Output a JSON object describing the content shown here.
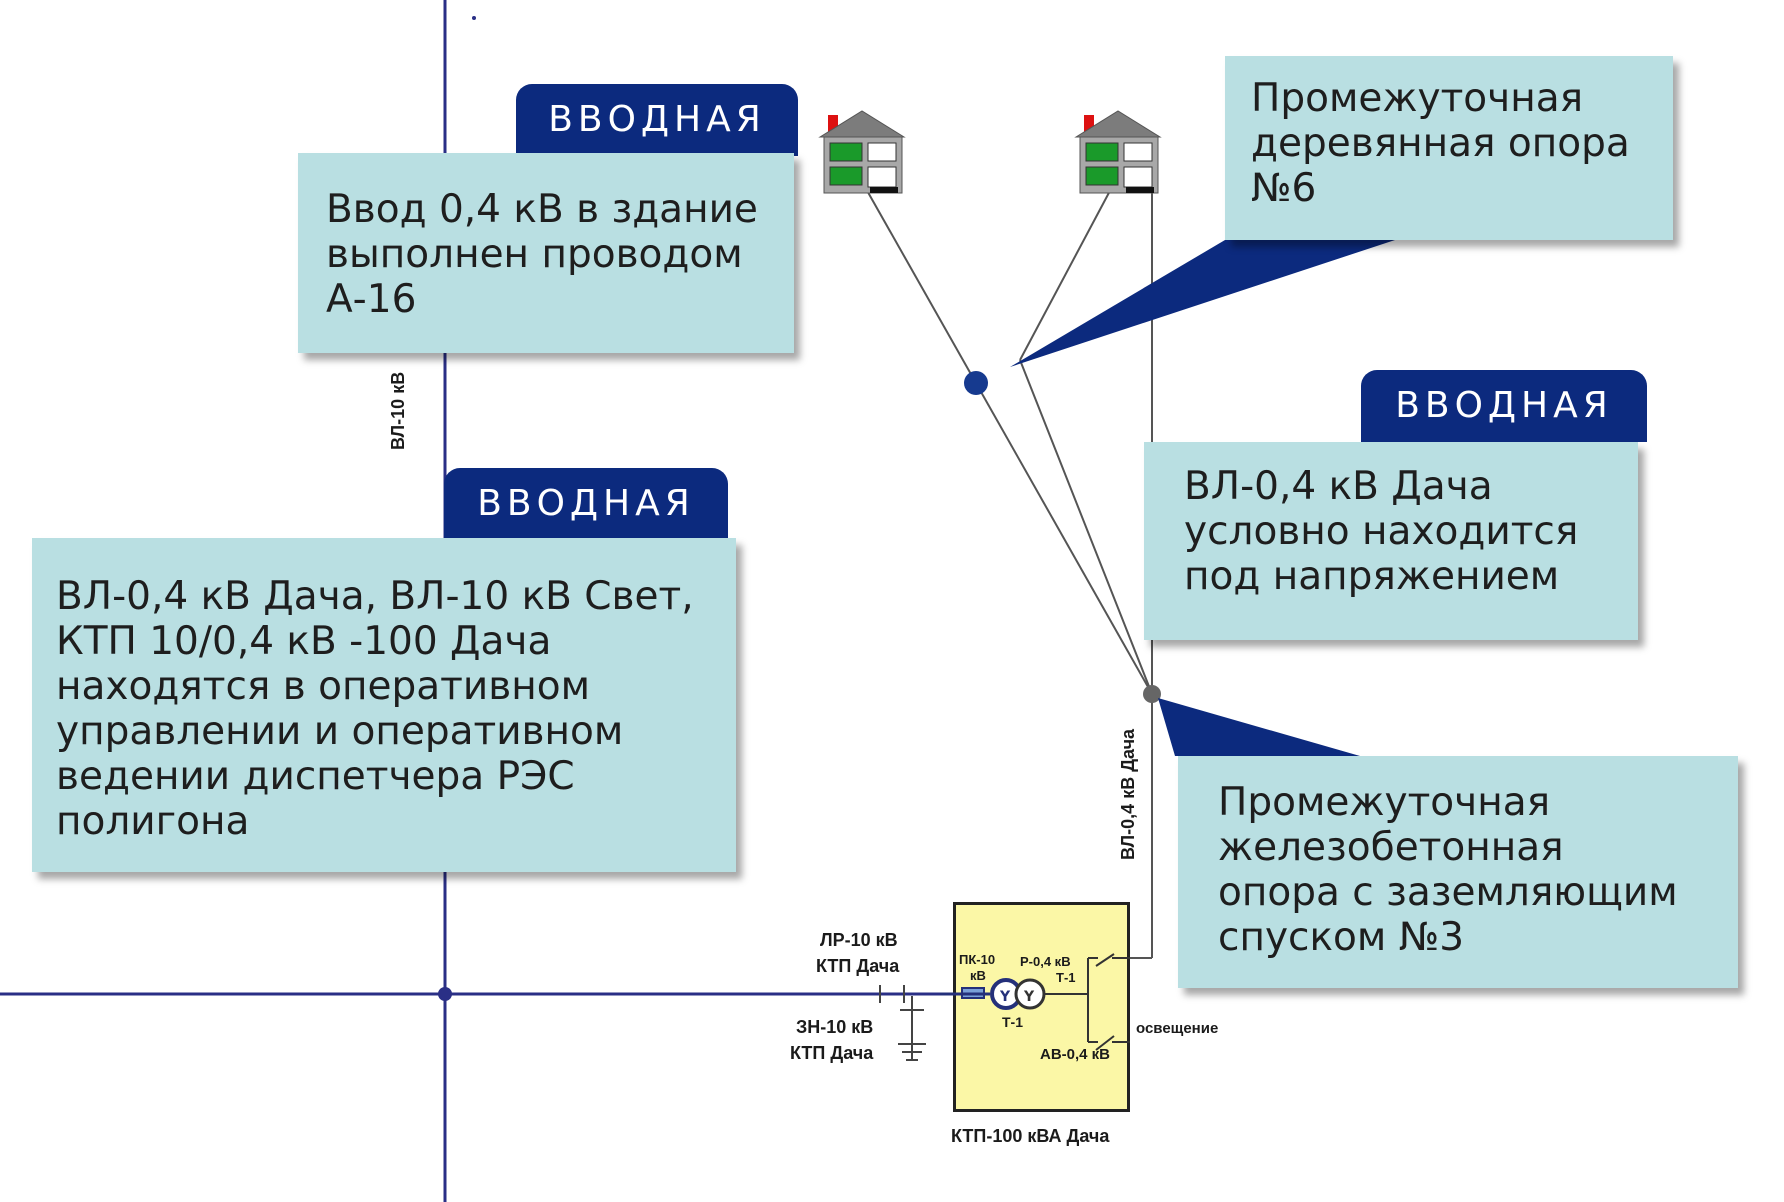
{
  "labels": {
    "vl10": "ВЛ-10 кВ",
    "vl04_dacha": "ВЛ-0,4 кВ Дача",
    "lr10_line1": "ЛР-10 кВ",
    "lr10_line2": "КТП Дача",
    "zn10_line1": "ЗН-10 кВ",
    "zn10_line2": "КТП Дача",
    "ktp_caption": "КТП-100 кВА Дача",
    "pk10_line1": "ПК-10",
    "pk10_line2": "кВ",
    "t1_bottom": "Т-1",
    "r04_line1": "Р-0,4 кВ",
    "r04_line2": "Т-1",
    "lighting": "освещение",
    "av04": "АВ-0,4 кВ"
  },
  "callouts": {
    "top_left": {
      "tab": "ВВОДНАЯ",
      "lines": [
        "Ввод 0,4 кВ в здание",
        "выполнен проводом",
        "А-16"
      ]
    },
    "middle_left": {
      "tab": "ВВОДНАЯ",
      "lines": [
        "ВЛ-0,4 кВ Дача, ВЛ-10 кВ Свет,",
        "КТП 10/0,4 кВ -100 Дача",
        "находятся в оперативном",
        "управлении и оперативном",
        "ведении диспетчера РЭС",
        "полигона"
      ]
    },
    "top_right": {
      "lines": [
        "Промежуточная",
        "деревянная опора",
        "№6"
      ]
    },
    "middle_right": {
      "tab": "ВВОДНАЯ",
      "lines": [
        "ВЛ-0,4 кВ Дача",
        "условно находится",
        "под напряжением"
      ]
    },
    "bottom_right": {
      "lines": [
        "Промежуточная",
        "железобетонная",
        "опора с заземляющим",
        "спуском №3"
      ]
    }
  },
  "colors": {
    "callout_bg": "#b9dfe2",
    "tab_bg": "#0c2a7e",
    "line_dark_blue": "#2a2f86",
    "ktp_fill": "#fbf7a6",
    "wire_gray": "#555555"
  }
}
